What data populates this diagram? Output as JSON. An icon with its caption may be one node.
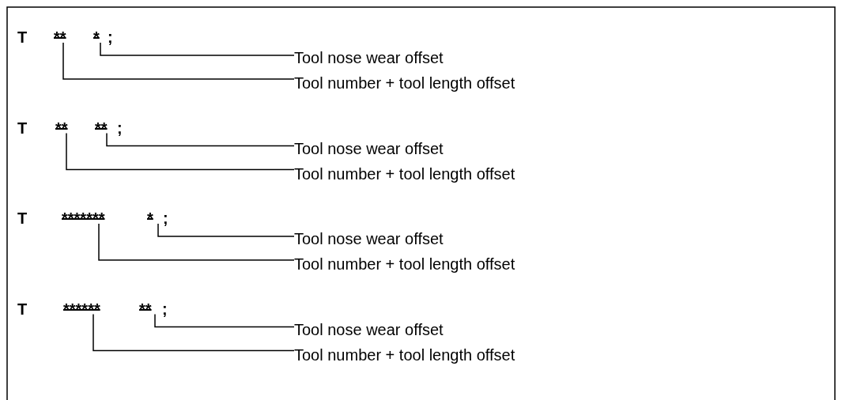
{
  "diagram": {
    "nodes": [
      {
        "text": [
          "**"
        ]
      },
      {
        "text": [
          "*"
        ]
      },
      {
        "text": [
          "Tool nose wear offset"
        ]
      },
      {
        "text": [
          "Tool number + tool length offset"
        ]
      },
      {
        "text": [
          "**"
        ]
      },
      {
        "text": [
          "**"
        ]
      },
      {
        "text": [
          "Tool nose wear offset"
        ]
      },
      {
        "text": [
          "Tool number + tool length offset"
        ]
      },
      {
        "text": [
          "*******"
        ]
      },
      {
        "text": [
          "*"
        ]
      },
      {
        "text": [
          "Tool nose wear offset"
        ]
      },
      {
        "text": [
          "Tool number + tool length offset"
        ]
      },
      {
        "text": [
          "******"
        ]
      },
      {
        "text": [
          "**"
        ]
      },
      {
        "text": [
          "Tool nose wear offset"
        ]
      },
      {
        "text": [
          "Tool number + tool length offset"
        ]
      }
    ],
    "edges": [
      {
        "from": 1,
        "to": 2,
        "arrow": "none"
      },
      {
        "from": 0,
        "to": 3,
        "arrow": "none"
      },
      {
        "from": 5,
        "to": 6,
        "arrow": "none"
      },
      {
        "from": 4,
        "to": 7,
        "arrow": "none"
      },
      {
        "from": 9,
        "to": 10,
        "arrow": "none"
      },
      {
        "from": 8,
        "to": 11,
        "arrow": "none"
      },
      {
        "from": 13,
        "to": 14,
        "arrow": "none"
      },
      {
        "from": 12,
        "to": 15,
        "arrow": "none"
      }
    ],
    "labels": [
      "T",
      ";",
      "T",
      ";",
      "T",
      ";",
      "T",
      ";"
    ]
  }
}
